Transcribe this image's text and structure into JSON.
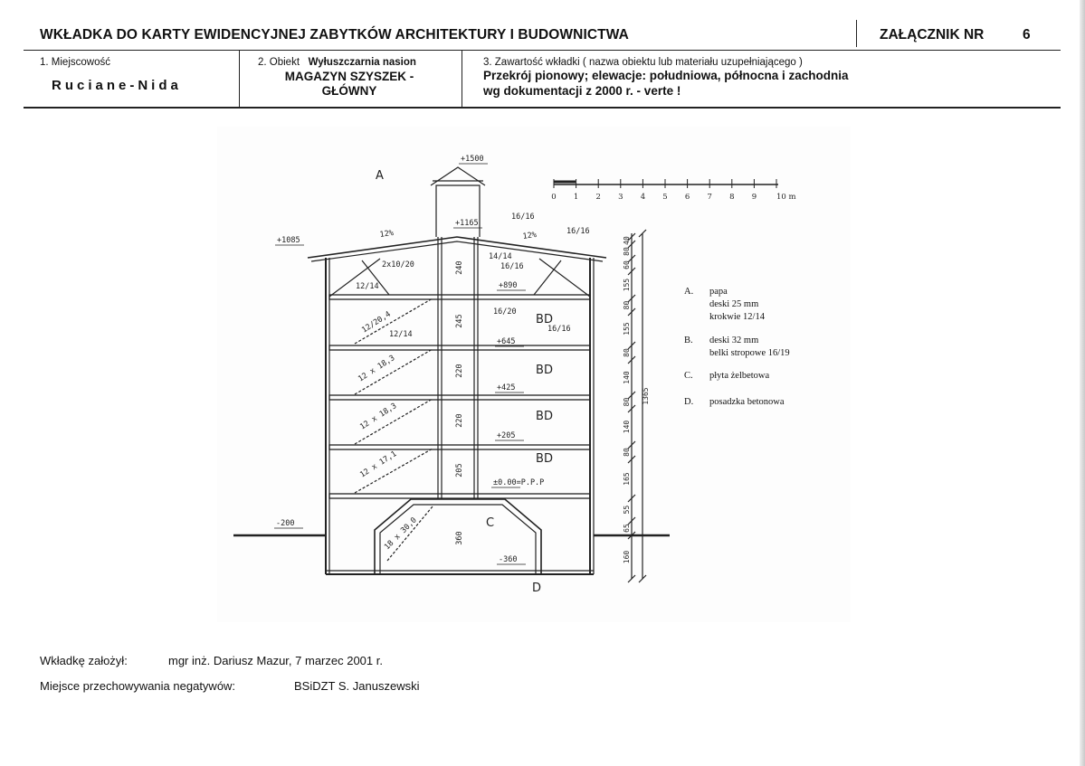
{
  "header": {
    "title": "WKŁADKA DO KARTY EWIDENCYJNEJ ZABYTKÓW ARCHITEKTURY I BUDOWNICTWA",
    "annex_label": "ZAŁĄCZNIK NR",
    "annex_number": "6"
  },
  "fields": {
    "locality_label": "1. Miejscowość",
    "locality_value": "Ruciane-Nida",
    "object_label": "2. Obiekt",
    "object_sublabel": "Wyłuszczarnia nasion",
    "object_name_line1": "MAGAZYN SZYSZEK -",
    "object_name_line2": "GŁÓWNY",
    "content_label": "3. Zawartość wkładki ( nazwa obiektu lub materiału uzupełniającego )",
    "content_line1": "Przekrój pionowy; elewacje: południowa, północna i zachodnia",
    "content_line2": "wg dokumentacji z 2000 r. - verte !"
  },
  "drawing": {
    "scale_ticks": [
      "0",
      "1",
      "2",
      "3",
      "4",
      "5",
      "6",
      "7",
      "8",
      "9",
      "10 m"
    ],
    "level_marks": [
      "+1500",
      "+1165",
      "+1085",
      "+890",
      "+645",
      "+425",
      "+205",
      "±0.00=P.P.P",
      "-200",
      "-360"
    ],
    "member_labels": [
      "12%",
      "12%",
      "16/16",
      "16/16",
      "2x10/20",
      "12/14",
      "14/14",
      "16/16",
      "16/20",
      "16/16",
      "12/20,4",
      "12/14",
      "12 x 18,3",
      "12 x 18,3",
      "12 x 17,1",
      "18 x 30,0"
    ],
    "inner_dims": [
      "240",
      "245",
      "220",
      "220",
      "205",
      "360"
    ],
    "right_dims": [
      "40",
      "80",
      "60",
      "155",
      "80",
      "155",
      "80",
      "140",
      "80",
      "140",
      "80",
      "165",
      "55",
      "65",
      "160"
    ],
    "total_dim": "1365",
    "section_letters": [
      "A",
      "B",
      "D",
      "B",
      "D",
      "B",
      "D",
      "B",
      "D",
      "C",
      "D"
    ]
  },
  "legend": {
    "a_letter": "A.",
    "a_line1": "papa",
    "a_line2": "deski 25 mm",
    "a_line3": "krokwie 12/14",
    "b_letter": "B.",
    "b_line1": "deski 32 mm",
    "b_line2": "belki stropowe 16/19",
    "c_letter": "C.",
    "c_line1": "płyta żelbetowa",
    "d_letter": "D.",
    "d_line1": "posadzka betonowa"
  },
  "footer": {
    "made_by_label": "Wkładkę założył:",
    "made_by_value": "mgr inż. Dariusz Mazur, 7 marzec 2001 r.",
    "storage_label": "Miejsce przechowywania negatywów:",
    "storage_value": "BSiDZT S. Januszewski"
  }
}
